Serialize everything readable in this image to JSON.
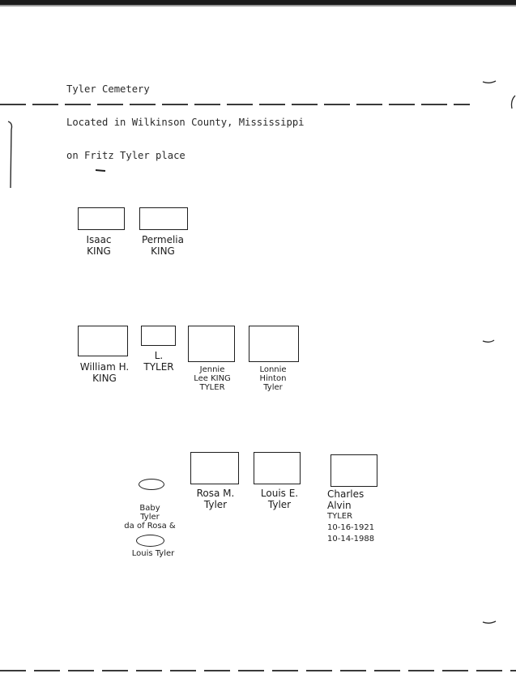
{
  "header": {
    "line1": "Tyler Cemetery",
    "line2": "Located in Wilkinson County, Mississippi",
    "line3": "on Fritz Tyler place"
  },
  "row1": [
    {
      "first": "Isaac",
      "last": "KING"
    },
    {
      "first": "Permelia",
      "last": "KING"
    }
  ],
  "row2": [
    {
      "line1": "William H.",
      "line2": "KING"
    },
    {
      "line1": "L.",
      "line2": "TYLER"
    },
    {
      "line1": "Jennie",
      "line2": "Lee KING",
      "line3": "TYLER"
    },
    {
      "line1": "Lonnie",
      "line2": "Hinton",
      "line3": "Tyler"
    }
  ],
  "row3": {
    "baby": {
      "line1": "Baby",
      "line2": "Tyler",
      "line3": "da of Rosa &",
      "line4": "Louis Tyler"
    },
    "rosa": {
      "line1": "Rosa M.",
      "line2": "Tyler"
    },
    "louis": {
      "line1": "Louis E.",
      "line2": "Tyler"
    },
    "charles": {
      "line1": "Charles",
      "line2": "Alvin",
      "line3": "TYLER",
      "born": "10-16-1921",
      "died": "10-14-1988"
    }
  },
  "colors": {
    "ink": "#1e1e1e",
    "paper": "#ffffff"
  }
}
